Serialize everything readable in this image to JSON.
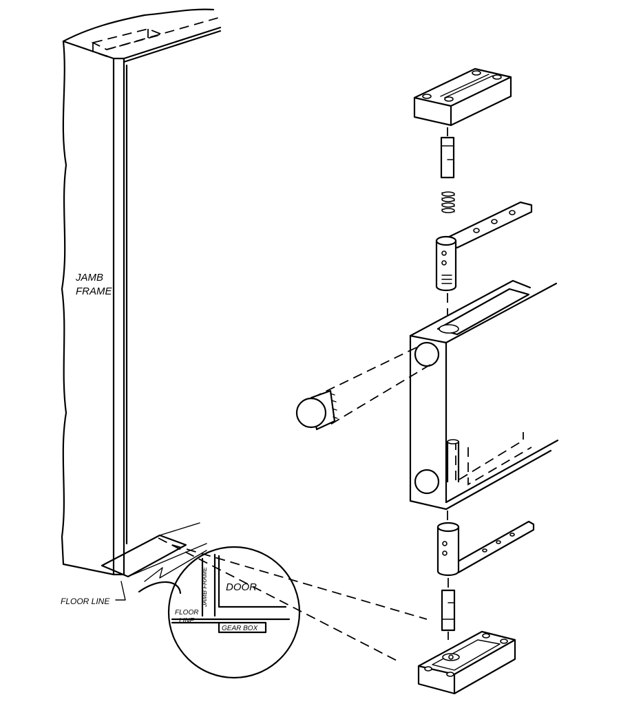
{
  "labels": {
    "jamb_frame_line1": "JAMB",
    "jamb_frame_line2": "FRAME",
    "floor_line": "FLOOR LINE",
    "detail_door": "DOOR",
    "detail_jamb_frame": "JAMB FRAME",
    "detail_floor_line1": "FLOOR",
    "detail_floor_line2": "LINE",
    "detail_gear_box": "GEAR BOX"
  },
  "colors": {
    "line": "#000000",
    "background": "#ffffff"
  }
}
